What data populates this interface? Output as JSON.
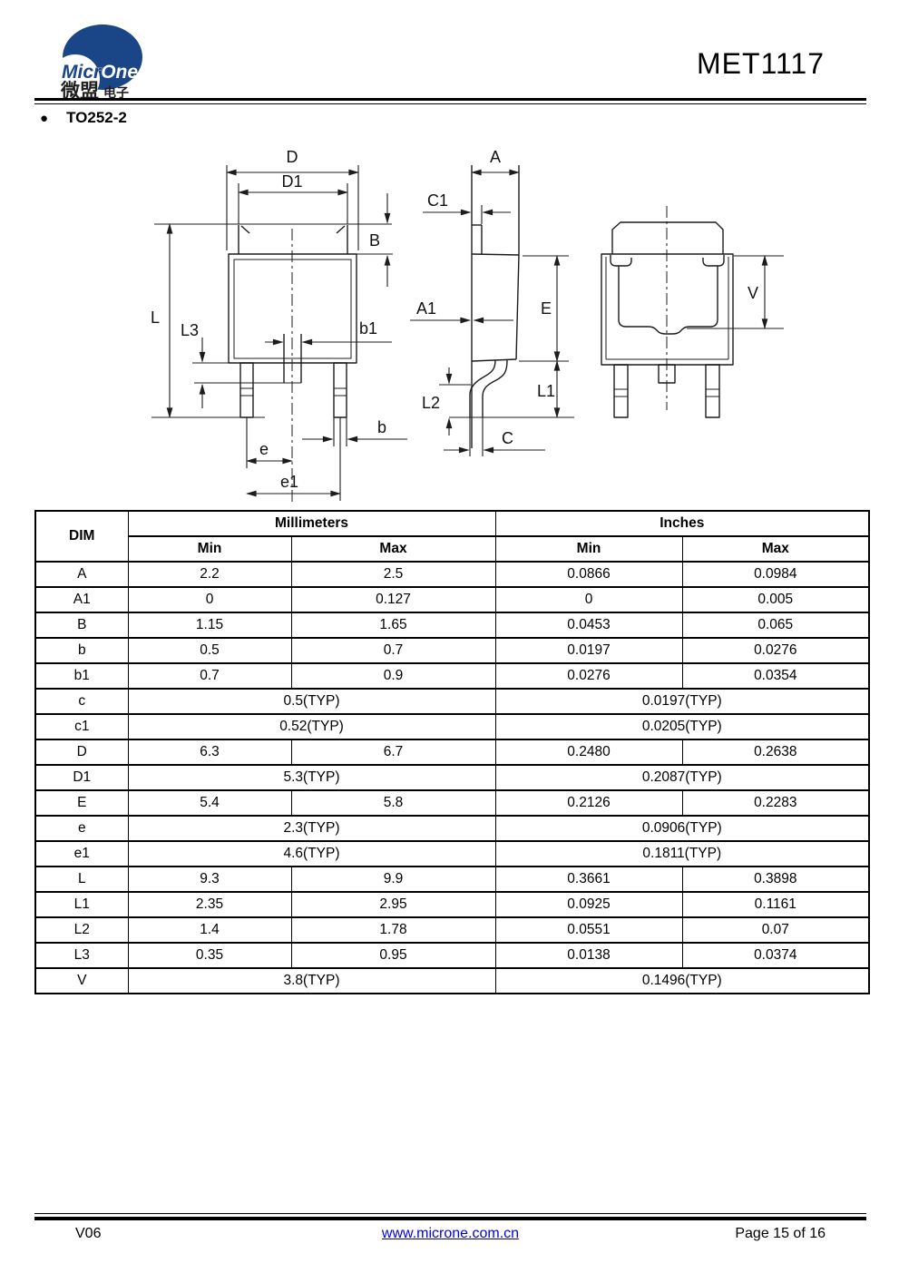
{
  "header": {
    "title": "MET1117",
    "logo": {
      "brand_micr": "Micr",
      "brand_one": "One",
      "cn_main": "微盟",
      "cn_sub": "电子"
    }
  },
  "section": {
    "bullet": "●",
    "title": "TO252-2"
  },
  "drawing": {
    "labels": {
      "D": "D",
      "D1": "D1",
      "B": "B",
      "L": "L",
      "L3": "L3",
      "b1": "b1",
      "b": "b",
      "e": "e",
      "e1": "e1",
      "A": "A",
      "C1": "C1",
      "A1": "A1",
      "E": "E",
      "L1": "L1",
      "L2": "L2",
      "C": "C",
      "V": "V"
    }
  },
  "table": {
    "headers": {
      "dim": "DIM",
      "millimeters": "Millimeters",
      "inches": "Inches",
      "min": "Min",
      "max": "Max"
    },
    "rows": [
      {
        "dim": "A",
        "typ": false,
        "mm_min": "2.2",
        "mm_max": "2.5",
        "in_min": "0.0866",
        "in_max": "0.0984"
      },
      {
        "dim": "A1",
        "typ": false,
        "mm_min": "0",
        "mm_max": "0.127",
        "in_min": "0",
        "in_max": "0.005"
      },
      {
        "dim": "B",
        "typ": false,
        "mm_min": "1.15",
        "mm_max": "1.65",
        "in_min": "0.0453",
        "in_max": "0.065"
      },
      {
        "dim": "b",
        "typ": false,
        "mm_min": "0.5",
        "mm_max": "0.7",
        "in_min": "0.0197",
        "in_max": "0.0276"
      },
      {
        "dim": "b1",
        "typ": false,
        "mm_min": "0.7",
        "mm_max": "0.9",
        "in_min": "0.0276",
        "in_max": "0.0354"
      },
      {
        "dim": "c",
        "typ": true,
        "mm": "0.5(TYP)",
        "inch": "0.0197(TYP)"
      },
      {
        "dim": "c1",
        "typ": true,
        "mm": "0.52(TYP)",
        "inch": "0.0205(TYP)"
      },
      {
        "dim": "D",
        "typ": false,
        "mm_min": "6.3",
        "mm_max": "6.7",
        "in_min": "0.2480",
        "in_max": "0.2638"
      },
      {
        "dim": "D1",
        "typ": true,
        "mm": "5.3(TYP)",
        "inch": "0.2087(TYP)"
      },
      {
        "dim": "E",
        "typ": false,
        "mm_min": "5.4",
        "mm_max": "5.8",
        "in_min": "0.2126",
        "in_max": "0.2283"
      },
      {
        "dim": "e",
        "typ": true,
        "mm": "2.3(TYP)",
        "inch": "0.0906(TYP)"
      },
      {
        "dim": "e1",
        "typ": true,
        "mm": "4.6(TYP)",
        "inch": "0.1811(TYP)"
      },
      {
        "dim": "L",
        "typ": false,
        "mm_min": "9.3",
        "mm_max": "9.9",
        "in_min": "0.3661",
        "in_max": "0.3898"
      },
      {
        "dim": "L1",
        "typ": false,
        "mm_min": "2.35",
        "mm_max": "2.95",
        "in_min": "0.0925",
        "in_max": "0.1161"
      },
      {
        "dim": "L2",
        "typ": false,
        "mm_min": "1.4",
        "mm_max": "1.78",
        "in_min": "0.0551",
        "in_max": "0.07"
      },
      {
        "dim": "L3",
        "typ": false,
        "mm_min": "0.35",
        "mm_max": "0.95",
        "in_min": "0.0138",
        "in_max": "0.0374"
      },
      {
        "dim": "V",
        "typ": true,
        "mm": "3.8(TYP)",
        "inch": "0.1496(TYP)"
      }
    ]
  },
  "footer": {
    "version": "V06",
    "website": "www.microne.com.cn",
    "page": "Page 15 of 16"
  },
  "colors": {
    "logo_blue": "#1a4586",
    "link_blue": "#0000ee",
    "line_dark": "#1c1c1c"
  }
}
